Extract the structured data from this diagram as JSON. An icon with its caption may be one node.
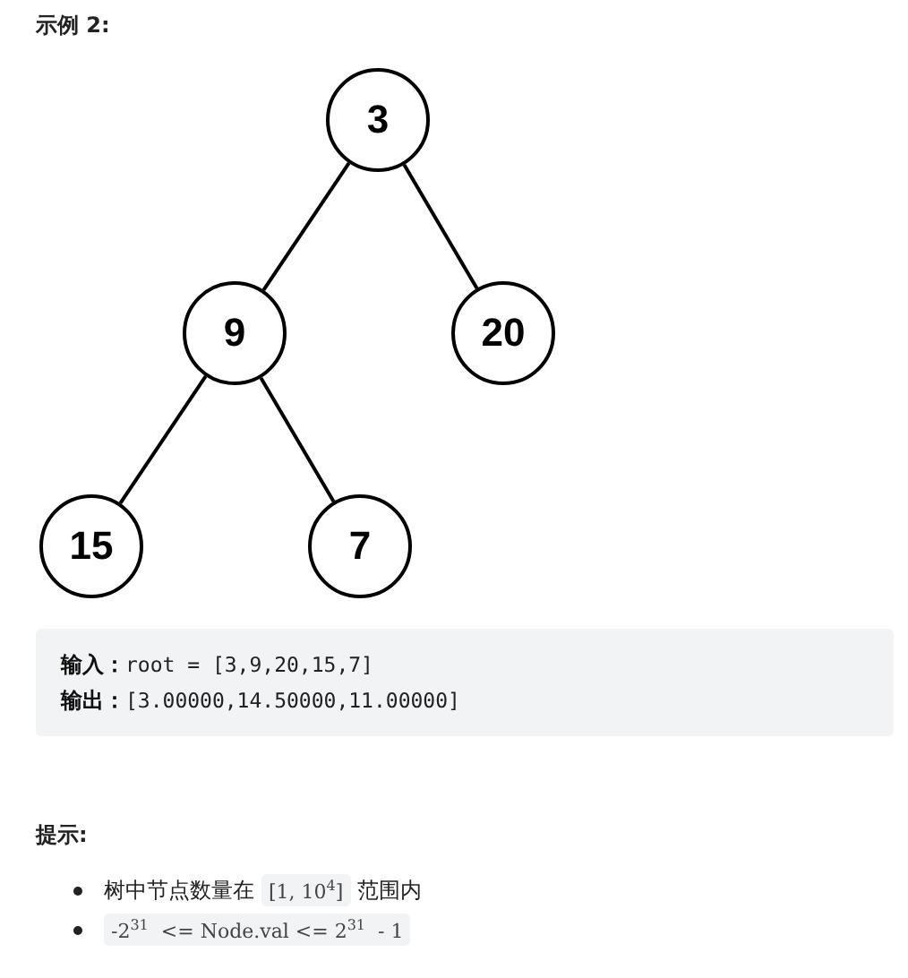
{
  "diagram": {
    "title": "示例 2:",
    "nodes": [
      {
        "text": [
          "3"
        ]
      },
      {
        "text": [
          "9"
        ]
      },
      {
        "text": [
          "20"
        ]
      },
      {
        "text": [
          "15"
        ]
      },
      {
        "text": [
          "7"
        ]
      }
    ],
    "edges": [
      {
        "from": 0,
        "to": 1,
        "arrow": "none"
      },
      {
        "from": 0,
        "to": 2,
        "arrow": "none"
      },
      {
        "from": 1,
        "to": 3,
        "arrow": "none"
      },
      {
        "from": 1,
        "to": 4,
        "arrow": "none"
      }
    ],
    "labels": [
      "输入：",
      "root = [3,9,20,15,7]",
      "输出：",
      "[3.00000,14.50000,11.00000]",
      "提示:",
      "树中节点数量在",
      "[1, 10$^{4}$]",
      "范围内",
      "-2$^{31}$  <= Node.val <= 2$^{31}$  - 1"
    ]
  }
}
